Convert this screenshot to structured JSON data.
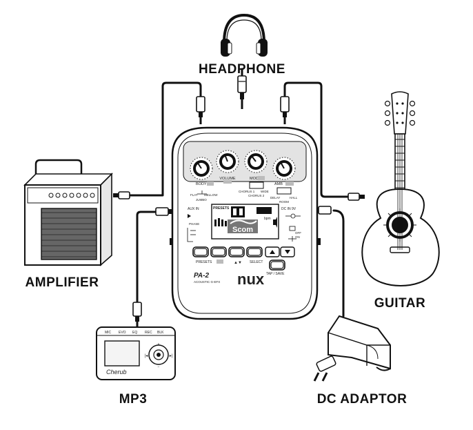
{
  "labels": {
    "headphone": "HEADPHONE",
    "amplifier": "AMPLIFIER",
    "guitar": "GUITAR",
    "mp3": "MP3",
    "dc_adaptor": "DC ADAPTOR"
  },
  "pedal": {
    "brand": "nux",
    "model": "PA-2",
    "subtitle": "ACOUSTIC G-EFX",
    "screen_logo": "Scom",
    "knob_labels": [
      "BODY",
      "VOLUME",
      "MOD",
      "AMB"
    ],
    "flat_label": "FLAT",
    "mellow_label": "MELLOW",
    "chorus1_label": "CHORUS 1",
    "wide_label": "WIDE",
    "chorus2_label": "CHORUS 2",
    "delay_label": "DELAY",
    "hall_label": "HALL",
    "room_label": "ROOM",
    "jumbo_label": "JUMBO",
    "presets_display": "PRESETS",
    "bpm_label": "bpm",
    "aux_in": "AUX IN",
    "dc_in": "DC IN 9V",
    "phase": "PHASE",
    "power_off": "OFF",
    "power_on": "ON",
    "presets_button": "PRESETS",
    "select_button": "SELECT",
    "tap_save": "TAP / SAVE"
  },
  "mp3_player": {
    "logo": "Cherub",
    "buttons": [
      "MIC",
      "EVO",
      "EQ",
      "REC",
      "BLK"
    ]
  }
}
